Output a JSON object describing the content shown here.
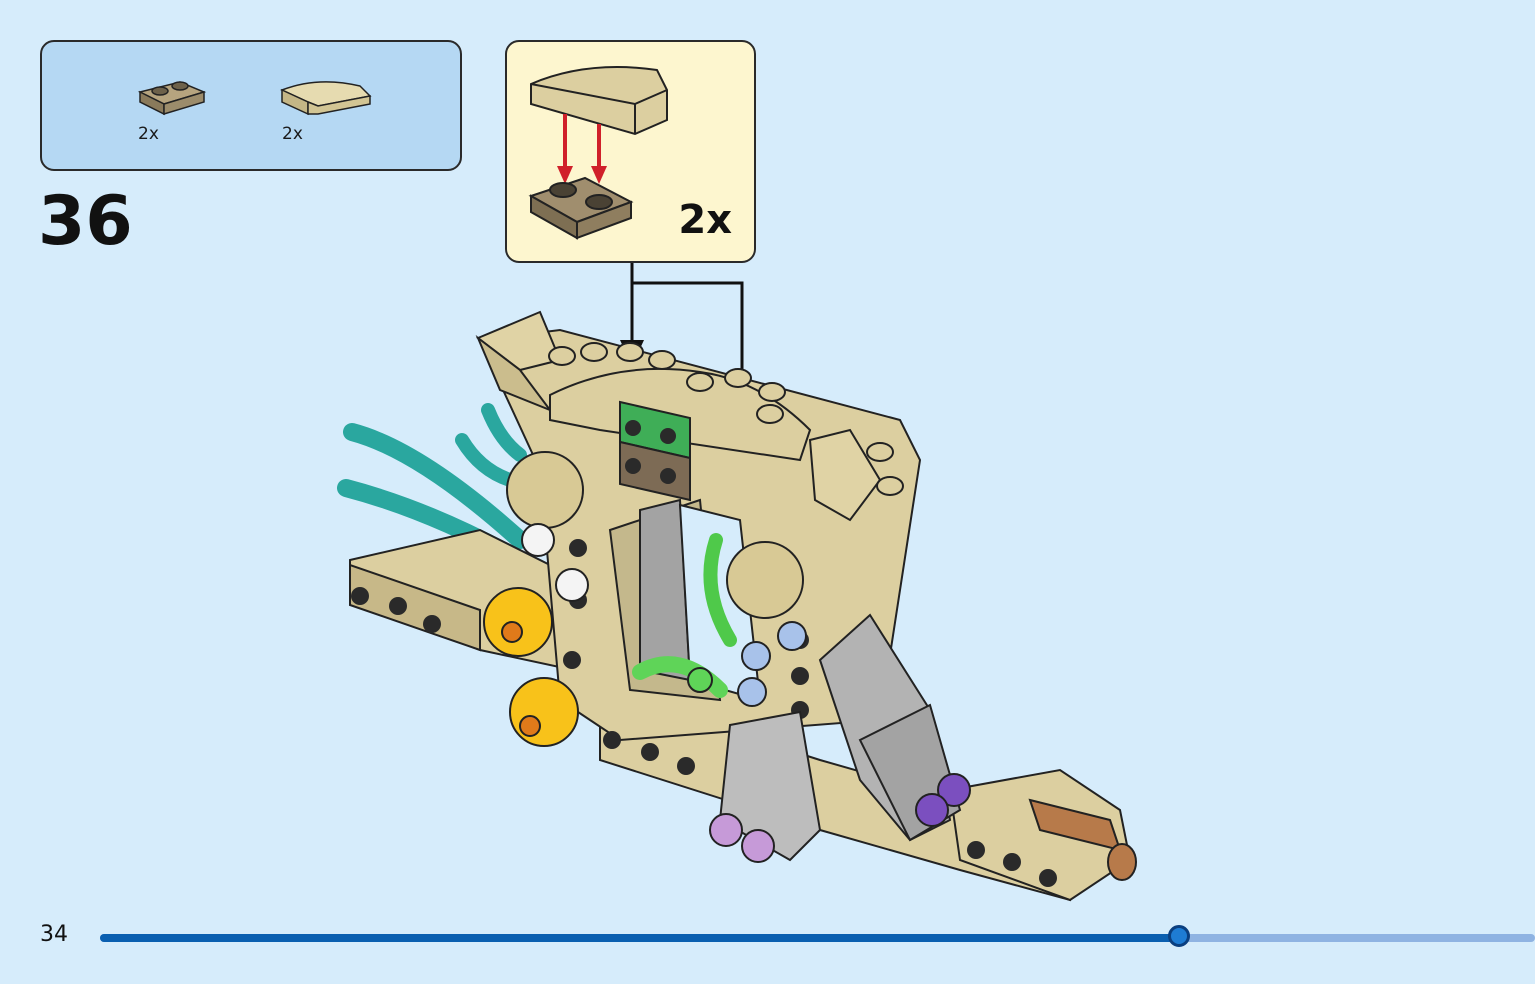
{
  "parts_list": {
    "items": [
      {
        "icon": "tan-plate-1x2-icon",
        "qty": "2x",
        "color": "#a08e6e"
      },
      {
        "icon": "tan-curved-slope-icon",
        "qty": "2x",
        "color": "#dccfa0"
      }
    ]
  },
  "step": {
    "number": "36"
  },
  "subassembly": {
    "qty": "2x"
  },
  "page": {
    "number": "34"
  },
  "progress": {
    "fraction": 0.752
  },
  "colors": {
    "background": "#d6ecfb",
    "parts_box": "#b5d8f3",
    "subassembly_box": "#fdf6cf",
    "tan": "#dccfa0",
    "dark_tan": "#a08e6e",
    "progress_fill": "#0a5fb0",
    "progress_track": "#8fb3e2",
    "arrow_red": "#d0202a"
  }
}
